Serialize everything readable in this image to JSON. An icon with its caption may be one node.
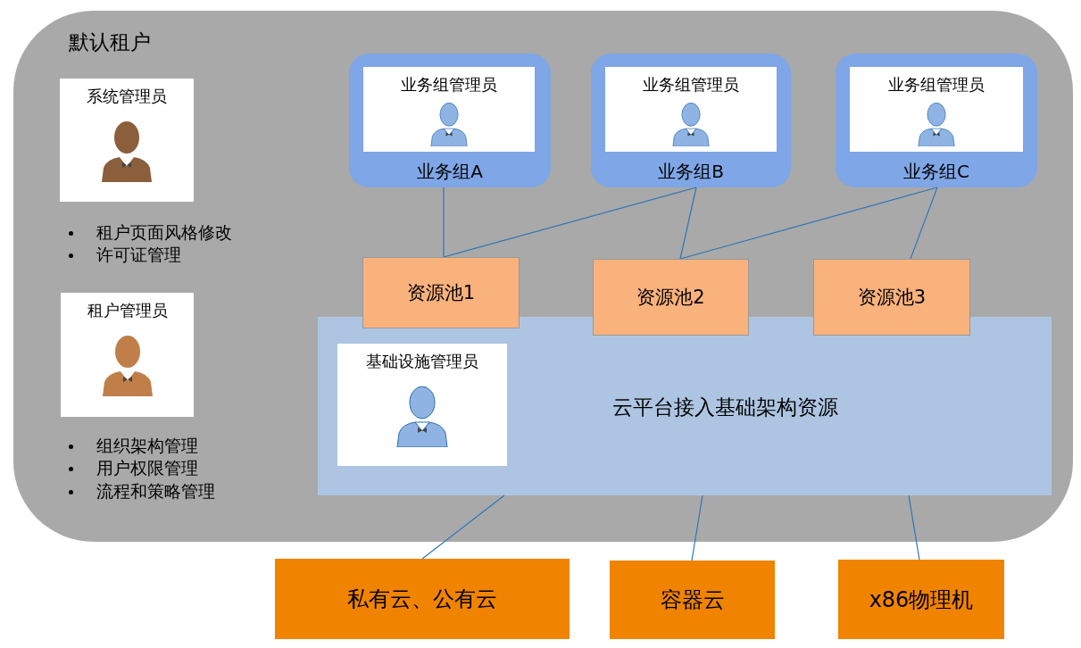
{
  "diagram": {
    "nodes": [
      {
        "text": [
          "默认租户"
        ]
      },
      {
        "text": [
          "系统管理员"
        ],
        "in": 0
      },
      {
        "text": [
          "租户管理员"
        ],
        "in": 0
      },
      {
        "text": [
          "业务组A"
        ],
        "in": 0
      },
      {
        "text": [
          "业务组管理员"
        ],
        "in": 3
      },
      {
        "text": [
          "业务组B"
        ],
        "in": 0
      },
      {
        "text": [
          "业务组管理员"
        ],
        "in": 5
      },
      {
        "text": [
          "业务组C"
        ],
        "in": 0
      },
      {
        "text": [
          "业务组管理员"
        ],
        "in": 7
      },
      {
        "text": [
          "资源池1"
        ],
        "in": 0
      },
      {
        "text": [
          "资源池2"
        ],
        "in": 0
      },
      {
        "text": [
          "资源池3"
        ],
        "in": 0
      },
      {
        "text": [
          "云平台接入基础架构资源"
        ],
        "in": 0
      },
      {
        "text": [
          "基础设施管理员"
        ],
        "in": 12
      },
      {
        "text": [
          "私有云、公有云"
        ]
      },
      {
        "text": [
          "容器云"
        ]
      },
      {
        "text": [
          "x86物理机"
        ]
      }
    ],
    "edges": [
      {
        "from": 3,
        "to": 9,
        "arrow": "none"
      },
      {
        "from": 5,
        "to": 9,
        "arrow": "none"
      },
      {
        "from": 5,
        "to": 10,
        "arrow": "none"
      },
      {
        "from": 7,
        "to": 10,
        "arrow": "none"
      },
      {
        "from": 7,
        "to": 11,
        "arrow": "none"
      },
      {
        "from": 12,
        "to": 14,
        "arrow": "none"
      },
      {
        "from": 12,
        "to": 15,
        "arrow": "none"
      },
      {
        "from": 12,
        "to": 16,
        "arrow": "none"
      }
    ],
    "labels": [
      "租户页面风格修改",
      "许可证管理",
      "组织架构管理",
      "用户权限管理",
      "流程和策略管理"
    ]
  }
}
